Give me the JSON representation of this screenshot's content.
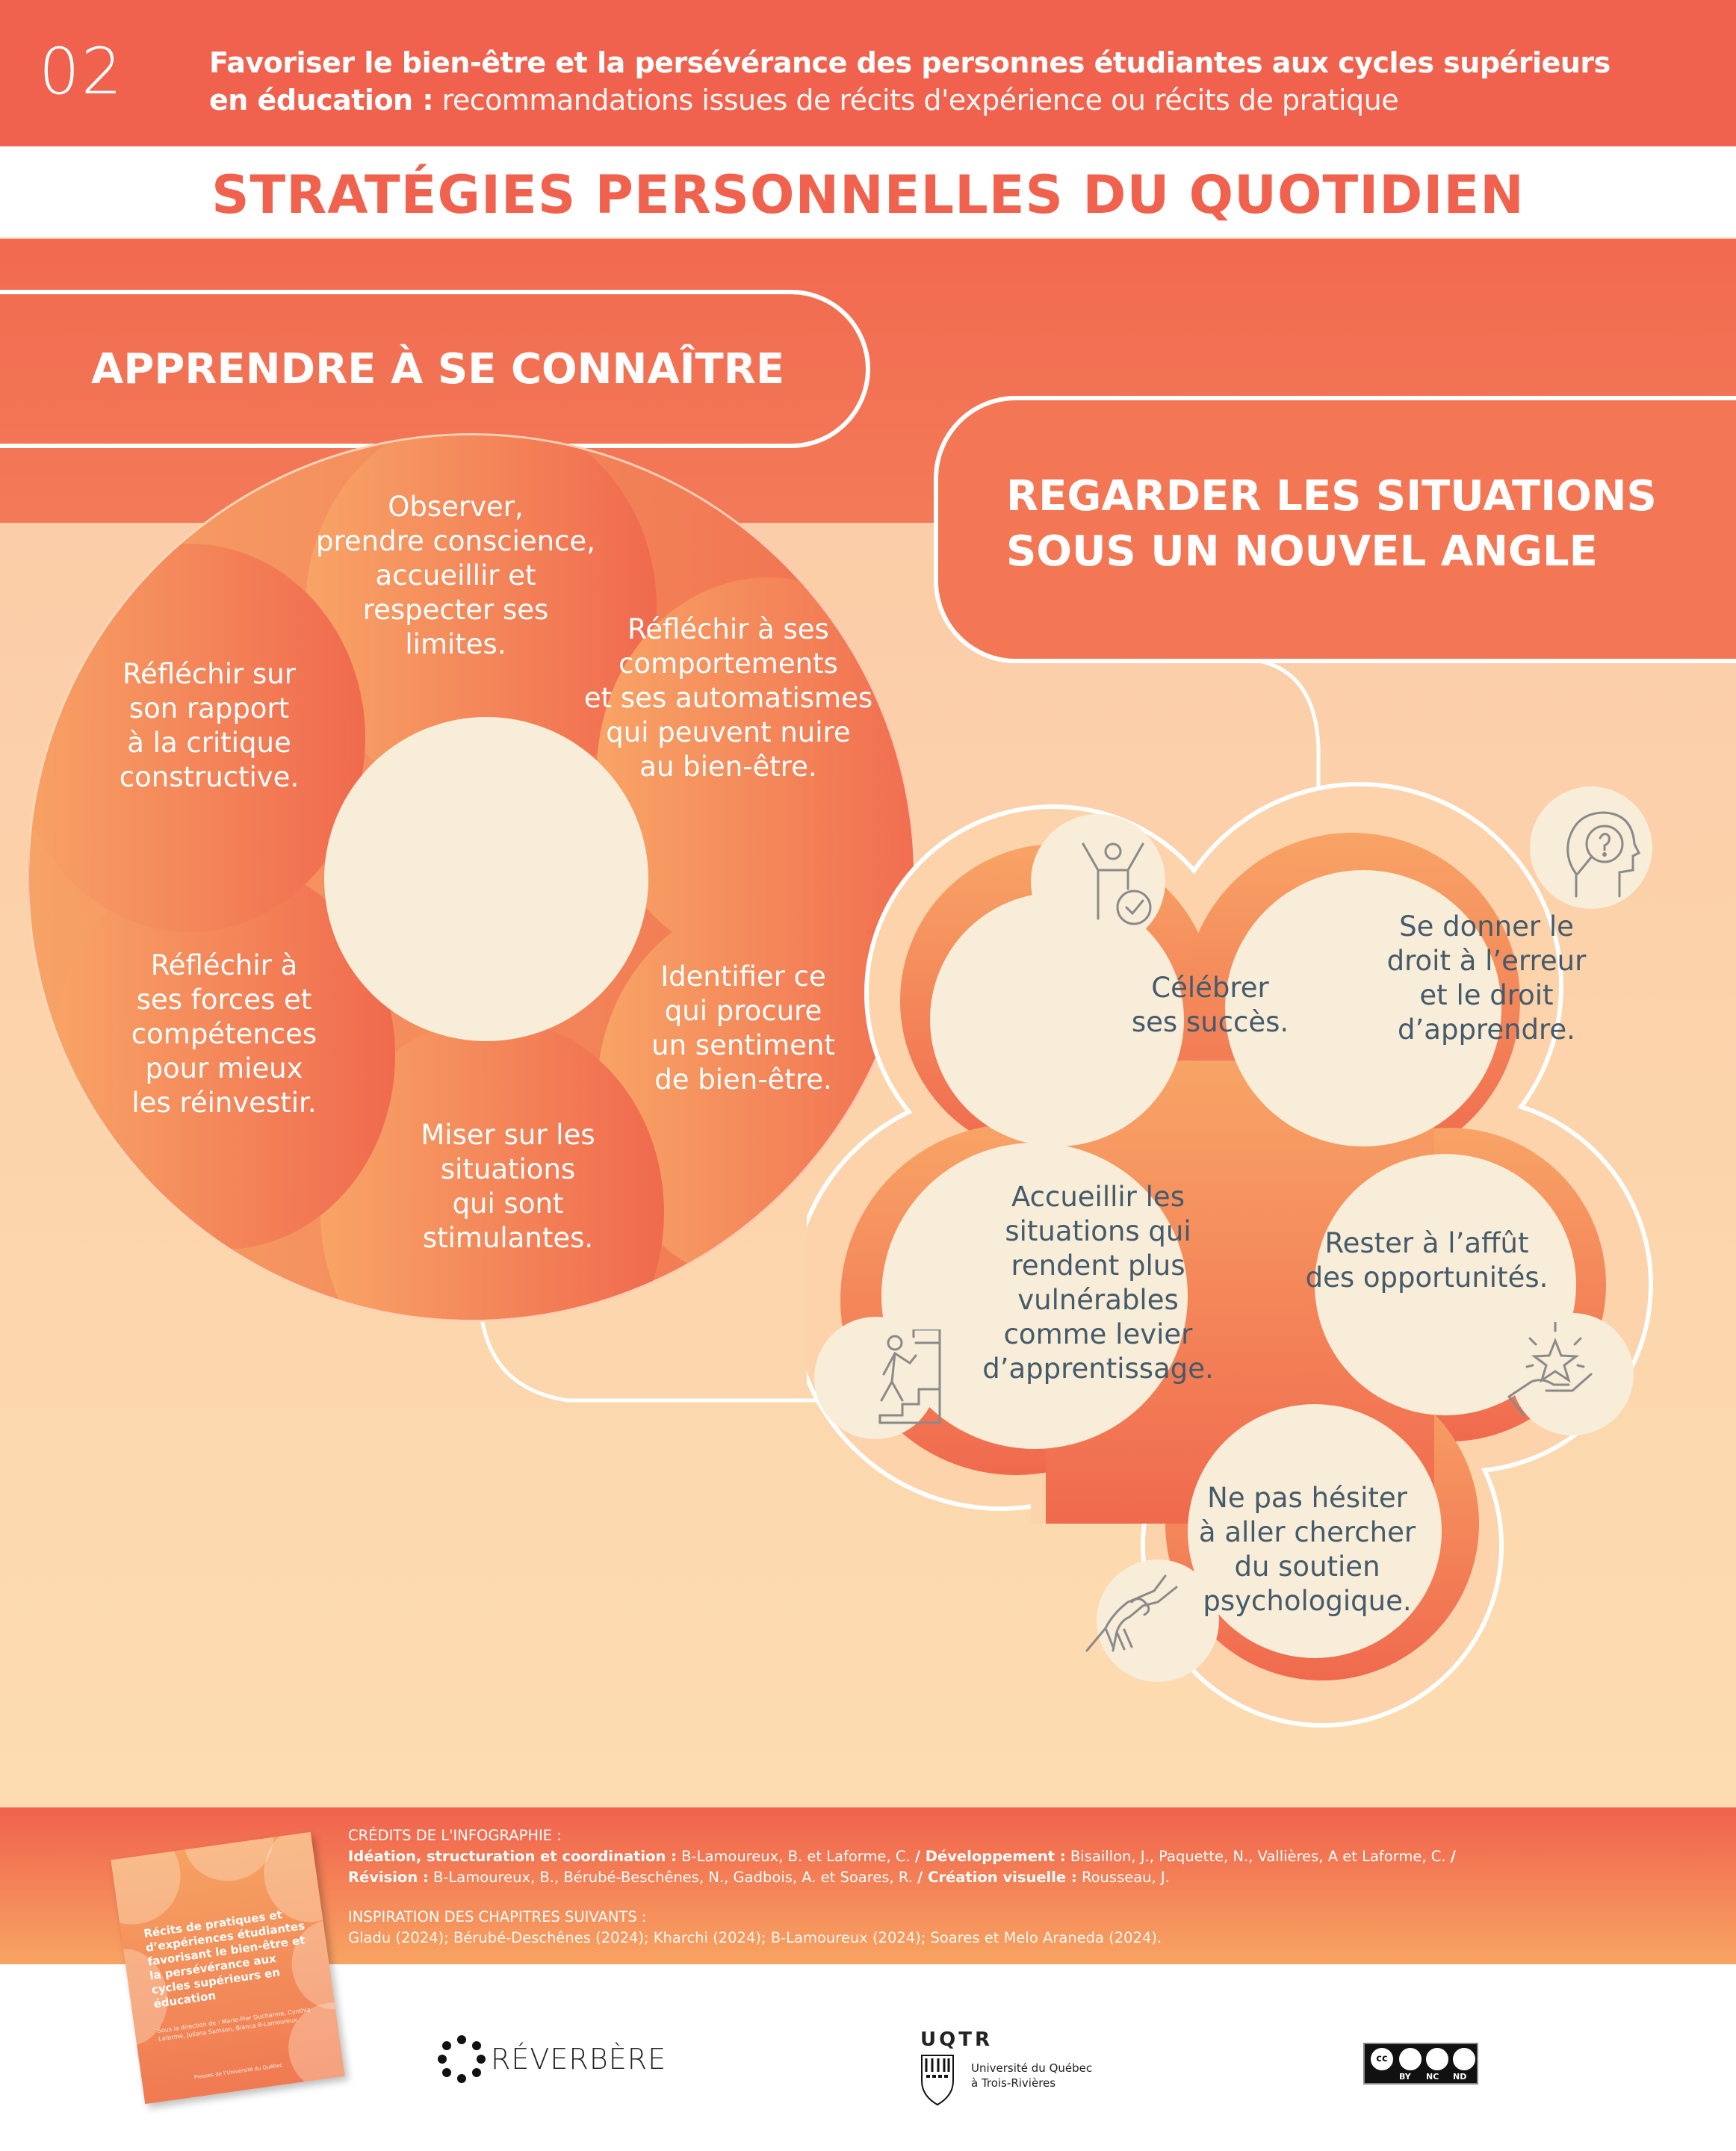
{
  "header": {
    "number": "02",
    "title_line1": "Favoriser le bien-être et la persévérance des personnes étudiantes aux cycles supérieurs",
    "title_line2_bold": "en éducation :",
    "title_line2_light": " recommandations issues de récits d'expérience ou récits de pratique"
  },
  "main_title": "STRATÉGIES PERSONNELLES DU QUOTIDIEN",
  "section_left": {
    "title": "APPRENDRE À SE CONNAÎTRE",
    "items": [
      {
        "label": "Observer,\nprendre conscience,\naccueillir et\nrespecter ses\nlimites."
      },
      {
        "label": "Réfléchir à ses\ncomportements\net ses automatismes\nqui peuvent nuire\nau bien-être."
      },
      {
        "label": "Identifier ce\nqui procure\nun sentiment\nde bien-être."
      },
      {
        "label": "Miser sur les\nsituations\nqui sont\nstimulantes."
      },
      {
        "label": "Réfléchir à\nses forces et\ncompétences\npour mieux\nles réinvestir."
      },
      {
        "label": "Réfléchir sur\nson rapport\nà la critique\nconstructive."
      }
    ]
  },
  "section_right": {
    "title_line1": "REGARDER LES SITUATIONS",
    "title_line2": "SOUS UN NOUVEL ANGLE",
    "items": [
      {
        "label": "Célébrer\nses succès.",
        "icon": "celebrating-person-check-icon"
      },
      {
        "label": "Se donner le\ndroit à l’erreur\net le droit\nd’apprendre.",
        "icon": "head-magnifier-question-icon"
      },
      {
        "label": "Accueillir les\nsituations qui\nrendent plus\nvulnérables\ncomme levier\nd’apprentissage.",
        "icon": "person-climbing-stairs-flag-icon"
      },
      {
        "label": "Rester à l’affût\ndes opportunités.",
        "icon": "hand-holding-star-icon"
      },
      {
        "label": "Ne pas hésiter\nà aller chercher\ndu soutien\npsychologique.",
        "icon": "helping-hands-icon"
      }
    ]
  },
  "credits": {
    "heading": "CRÉDITS DE L'INFOGRAPHIE :",
    "line1": [
      {
        "bold": "Idéation, structuration et coordination :",
        "text": " B-Lamoureux, B. et Laforme, C. "
      },
      {
        "bold": "/ Développement :",
        "text": " Bisaillon, J., Paquette, N., Vallières, A et Laforme, C. "
      },
      {
        "bold": "/",
        "text": ""
      }
    ],
    "line2": [
      {
        "bold": "Révision :",
        "text": " B-Lamoureux, B., Bérubé-Beschênes, N., Gadbois, A. et Soares, R. "
      },
      {
        "bold": "/ Création visuelle :",
        "text": " Rousseau, J."
      }
    ],
    "inspiration_heading": "INSPIRATION DES CHAPITRES SUIVANTS :",
    "inspiration_text": "Gladu (2024); Bérubé-Deschênes (2024); Kharchi (2024); B-Lamoureux (2024); Soares et Melo Araneda (2024)."
  },
  "book": {
    "title": "Récits de pratiques et d’expériences étudiantes favorisant le bien-être et la persévérance aux cycles supérieurs en éducation",
    "subtitle": "Sous la direction de : Marie-Pier Ducharme, Cynthia Laforme, Juliana Samson, Bianca B-Lamoureux",
    "publisher": "Presses de l’Université du Québec"
  },
  "logos": {
    "reverbere": "RÉVERBÈRE",
    "uqtr_mark": "UQTR",
    "uqtr_line1": "Université du Québec",
    "uqtr_line2": "à Trois-Rivières",
    "cc_badges": [
      "BY",
      "NC",
      "ND"
    ]
  },
  "colors": {
    "primary": "#F0624D",
    "orange_band": "#F37755",
    "peach_bg": "#FCD6AE",
    "cream": "#F8EDD8",
    "text_dark": "#455A6A",
    "cloud_ring": "#F69A62"
  }
}
